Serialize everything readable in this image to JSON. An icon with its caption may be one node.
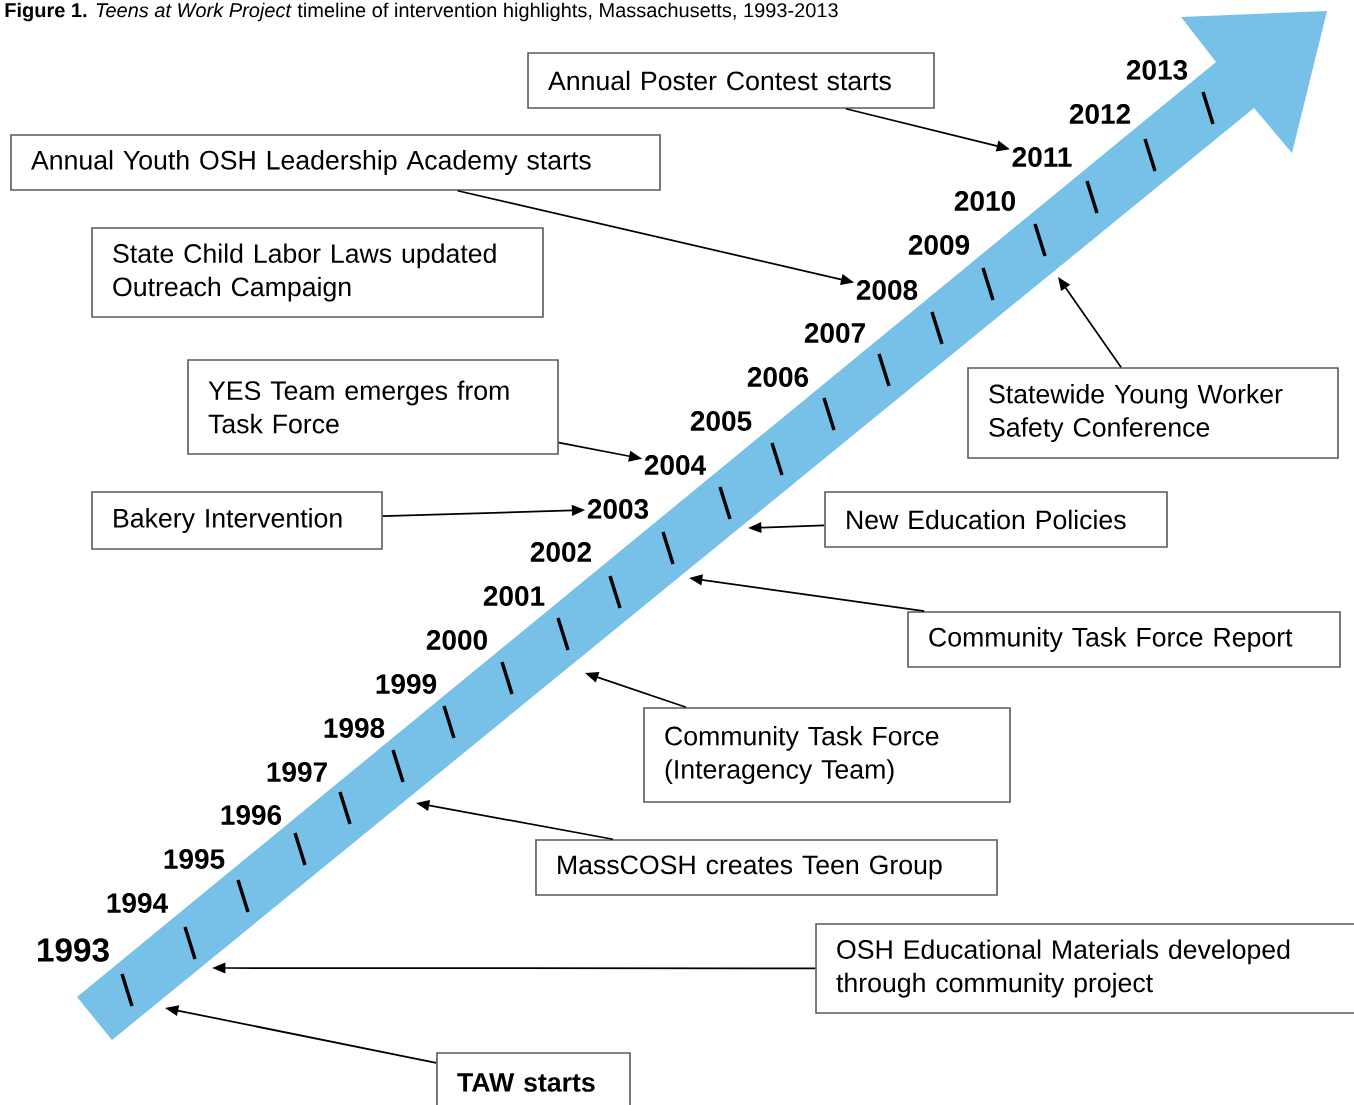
{
  "diagram": {
    "title": "**Figure 1.** *Teens at Work Project* timeline of intervention highlights, Massachusetts, 1993-2013",
    "nodes": [
      {
        "text": [
          "Annual Poster Contest starts"
        ]
      },
      {
        "text": [
          "Annual Youth OSH Leadership Academy starts"
        ]
      },
      {
        "text": [
          "State Child Labor Laws updated",
          "Outreach Campaign"
        ]
      },
      {
        "text": [
          "YES Team emerges from Task Force"
        ]
      },
      {
        "text": [
          "Bakery Intervention"
        ]
      },
      {
        "text": [
          "Statewide Young Worker Safety Conference"
        ]
      },
      {
        "text": [
          "New Education Policies"
        ]
      },
      {
        "text": [
          "Community Task Force Report"
        ]
      },
      {
        "text": [
          "Community Task Force (Interagency Team)"
        ]
      },
      {
        "text": [
          "MassCOSH creates Teen Group"
        ]
      },
      {
        "text": [
          "OSH Educational Materials developed through community project"
        ]
      },
      {
        "text": [
          "TAW starts"
        ]
      },
      {
        "text": [],
        "shape": "arrow"
      },
      {
        "text": [
          "2003"
        ]
      },
      {
        "text": [
          "2004"
        ]
      },
      {
        "text": [
          "2008"
        ]
      },
      {
        "text": [
          "2011"
        ]
      }
    ],
    "edges": [
      {
        "from": 0,
        "to": 16,
        "arrow": "to"
      },
      {
        "from": 1,
        "to": 15,
        "arrow": "to"
      },
      {
        "from": 3,
        "to": 14,
        "arrow": "to"
      },
      {
        "from": 4,
        "to": 13,
        "arrow": "to"
      },
      {
        "from": 5,
        "to": 12,
        "arrow": "to"
      },
      {
        "from": 6,
        "to": 12,
        "arrow": "to"
      },
      {
        "from": 7,
        "to": 12,
        "arrow": "to"
      },
      {
        "from": 8,
        "to": 12,
        "arrow": "to"
      },
      {
        "from": 9,
        "to": 12,
        "arrow": "to"
      },
      {
        "from": 10,
        "to": 12,
        "arrow": "to"
      },
      {
        "from": 11,
        "to": 12,
        "arrow": "to"
      }
    ],
    "labels": [
      "2013",
      "2012",
      "2010",
      "2009",
      "2007",
      "2006",
      "2005",
      "2002",
      "2001",
      "2000",
      "1999",
      "1998",
      "1997",
      "1996",
      "1995",
      "1994",
      "1993"
    ]
  }
}
